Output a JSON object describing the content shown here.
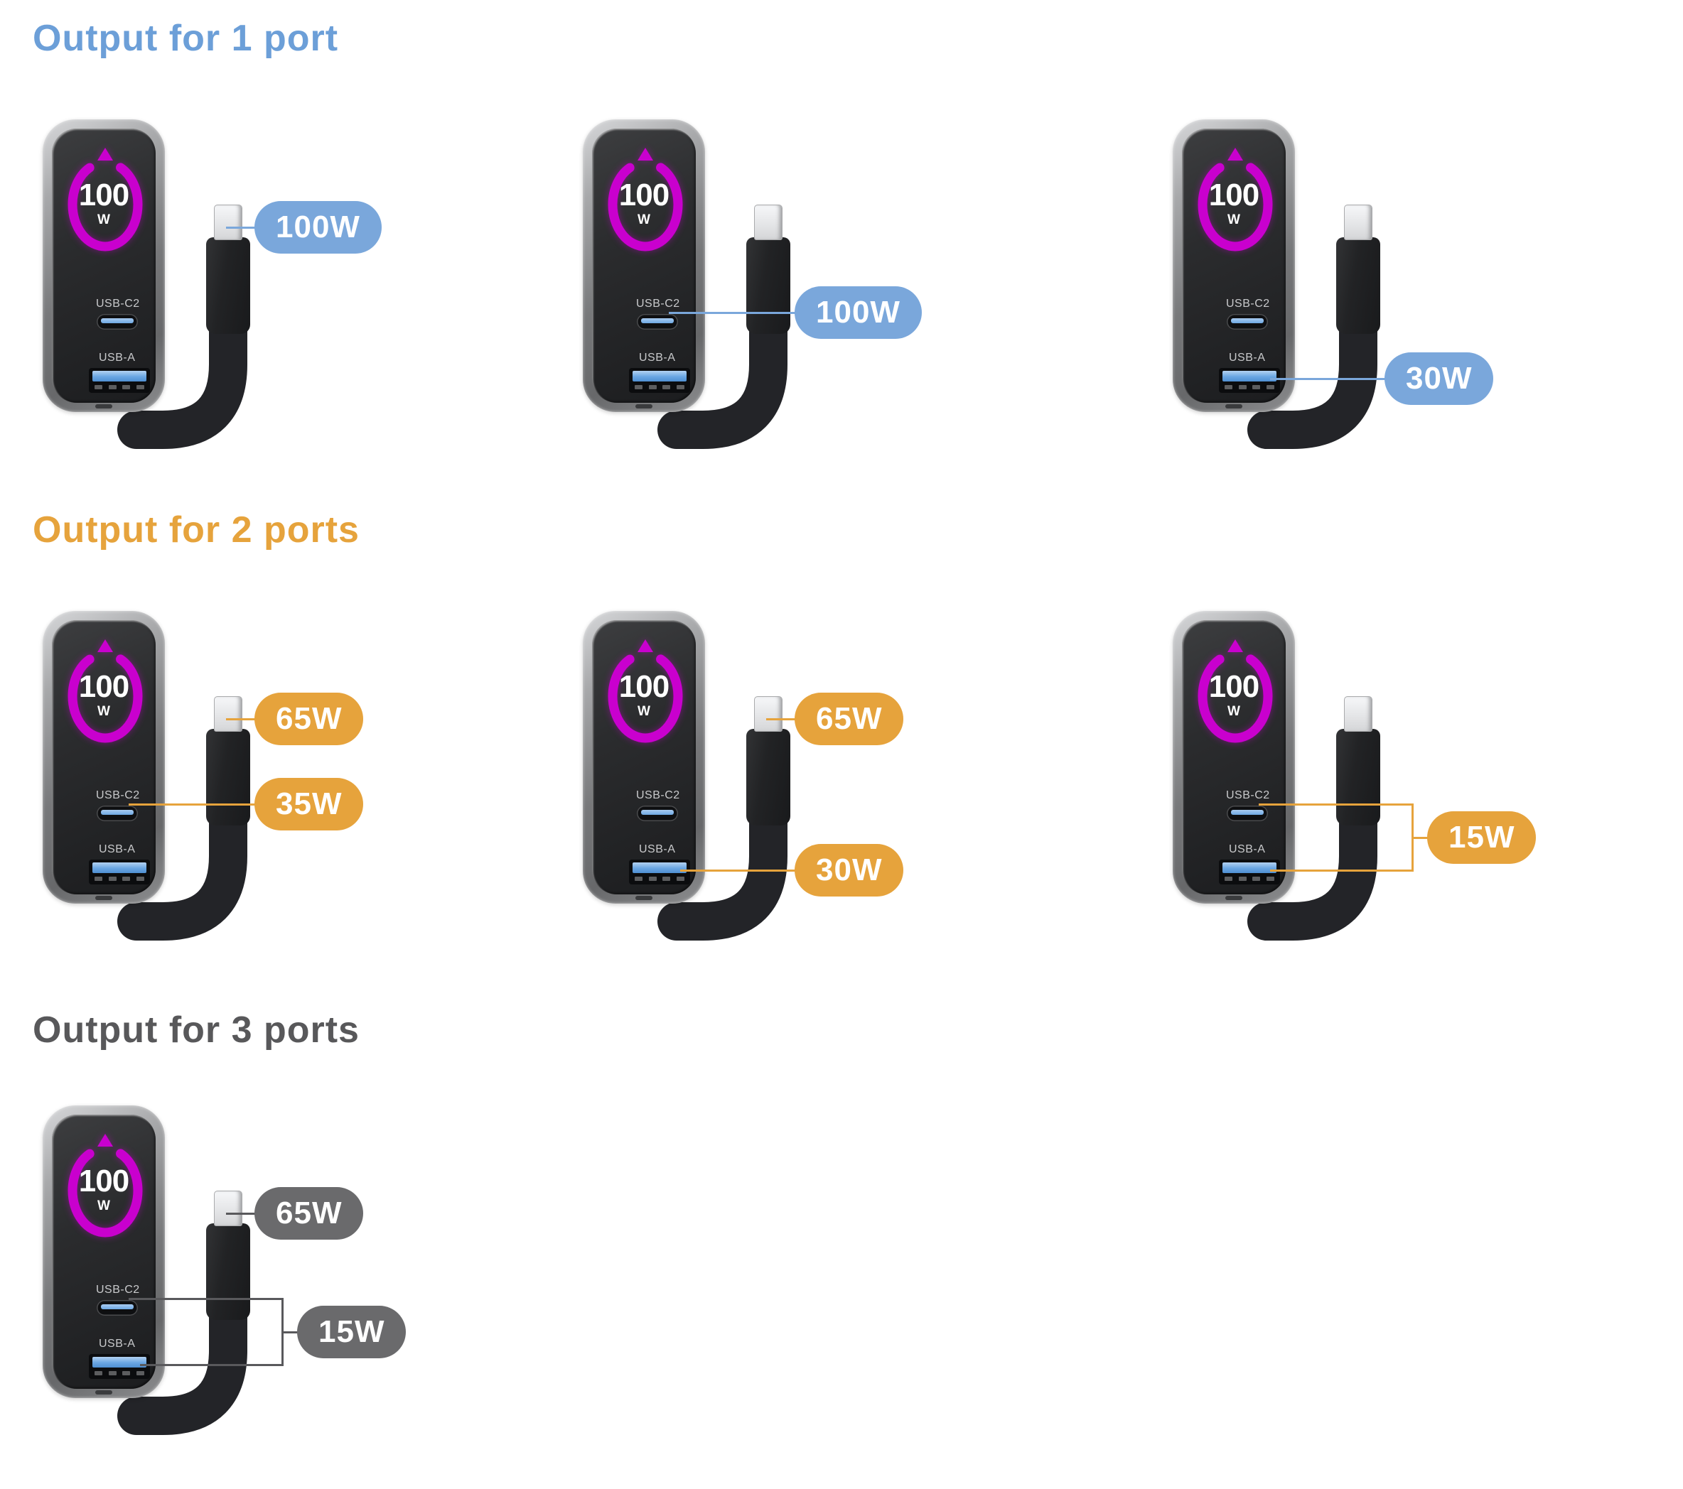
{
  "page": {
    "background": "#FFFFFF"
  },
  "device": {
    "display": {
      "value": "100",
      "unit": "W"
    },
    "ring_color": "#C900CE",
    "ports": [
      {
        "id": "usb-c2",
        "label": "USB-C2"
      },
      {
        "id": "usb-a",
        "label": "USB-A"
      }
    ],
    "cable": {
      "type": "built-in USB-C cable"
    }
  },
  "sections": [
    {
      "title": "Output for 1 port",
      "title_color": "#6C9FD8",
      "badge_color": "#7AA7DB",
      "line_color": "#7AA7DB",
      "devices": [
        {
          "callouts": [
            {
              "label": "100W",
              "port": "usb-c-cable"
            }
          ]
        },
        {
          "callouts": [
            {
              "label": "100W",
              "port": "usb-c2"
            }
          ]
        },
        {
          "callouts": [
            {
              "label": "30W",
              "port": "usb-a"
            }
          ]
        }
      ]
    },
    {
      "title": "Output for 2 ports",
      "title_color": "#E6A33C",
      "badge_color": "#E6A33C",
      "line_color": "#E6A33C",
      "devices": [
        {
          "callouts": [
            {
              "label": "65W",
              "port": "usb-c-cable"
            },
            {
              "label": "35W",
              "port": "usb-c2"
            }
          ]
        },
        {
          "callouts": [
            {
              "label": "65W",
              "port": "usb-c-cable"
            },
            {
              "label": "30W",
              "port": "usb-a"
            }
          ]
        },
        {
          "callouts": [
            {
              "label": "15W",
              "port": "usb-c2+usb-a"
            }
          ]
        }
      ]
    },
    {
      "title": "Output for 3 ports",
      "title_color": "#58585A",
      "badge_color": "#6A6A6C",
      "line_color": "#59595C",
      "devices": [
        {
          "callouts": [
            {
              "label": "65W",
              "port": "usb-c-cable"
            },
            {
              "label": "15W",
              "port": "usb-c2+usb-a"
            }
          ]
        }
      ]
    }
  ]
}
